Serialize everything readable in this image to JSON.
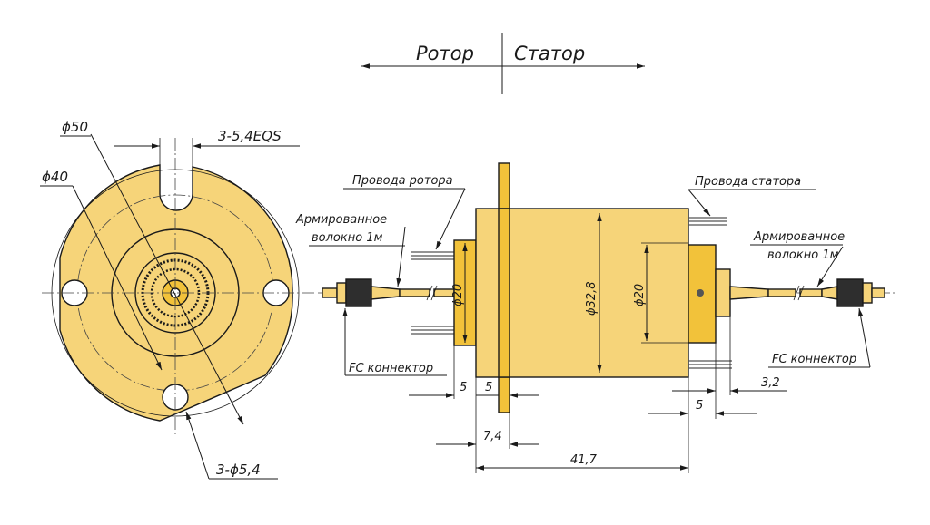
{
  "header": {
    "rotor": "Ротор",
    "stator": "Статор"
  },
  "front_view": {
    "dia_outer": "ϕ50",
    "dia_pcd": "ϕ40",
    "slot_spec": "3-5,4EQS",
    "holes_spec": "3-ϕ5,4"
  },
  "side_view": {
    "rotor_wires": "Провода ротора",
    "stator_wires": "Провода статора",
    "fiber_left_1": "Армированное",
    "fiber_left_2": "волокно 1м",
    "fiber_right_1": "Армированное",
    "fiber_right_2": "волокно 1м",
    "fc_left": "FC коннектор",
    "fc_right": "FC коннектор",
    "dia_body": "ϕ32,8",
    "dia_hub_left": "ϕ20",
    "dia_hub_right": "ϕ20",
    "dim_5a": "5",
    "dim_5b": "5",
    "dim_7_4": "7,4",
    "dim_41_7": "41,7",
    "dim_3_2": "3,2",
    "dim_5_right": "5"
  },
  "colors": {
    "body": "#F6D479",
    "flange": "#F2C23A",
    "connector": "#2E2E2E",
    "line": "#1A1A1A"
  }
}
